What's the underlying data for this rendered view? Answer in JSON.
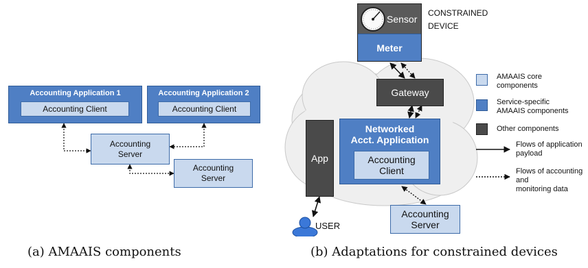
{
  "panel_a": {
    "app1_title": "Accounting Application 1",
    "app1_client": "Accounting Client",
    "app2_title": "Accounting Application 2",
    "app2_client": "Accounting Client",
    "server1_line1": "Accounting",
    "server1_line2": "Server",
    "server2_line1": "Accounting",
    "server2_line2": "Server",
    "caption": "(a) AMAAIS components"
  },
  "panel_b": {
    "sensor": "Sensor",
    "meter": "Meter",
    "constrained_line1": "CONSTRAINED",
    "constrained_line2": "DEVICE",
    "gateway": "Gateway",
    "app": "App",
    "networked_line1": "Networked",
    "networked_line2": "Acct. Application",
    "client_line1": "Accounting",
    "client_line2": "Client",
    "server_line1": "Accounting",
    "server_line2": "Server",
    "user": "USER",
    "caption": "(b) Adaptations for constrained devices"
  },
  "legend": {
    "core_line1": "AMAAIS core",
    "core_line2": "components",
    "specific_line1": "Service-specific",
    "specific_line2": "AMAAIS components",
    "other": "Other components",
    "app_flow_line1": "Flows of application",
    "app_flow_line2": "payload",
    "acct_flow_line1": "Flows of accounting and",
    "acct_flow_line2": "monitoring data"
  },
  "colors": {
    "core_fill": "#c9d9ee",
    "specific_fill": "#4f7fc4",
    "other_fill": "#4a4a4a",
    "user_fill": "#3b78d8",
    "cloud_fill": "#efefef"
  }
}
